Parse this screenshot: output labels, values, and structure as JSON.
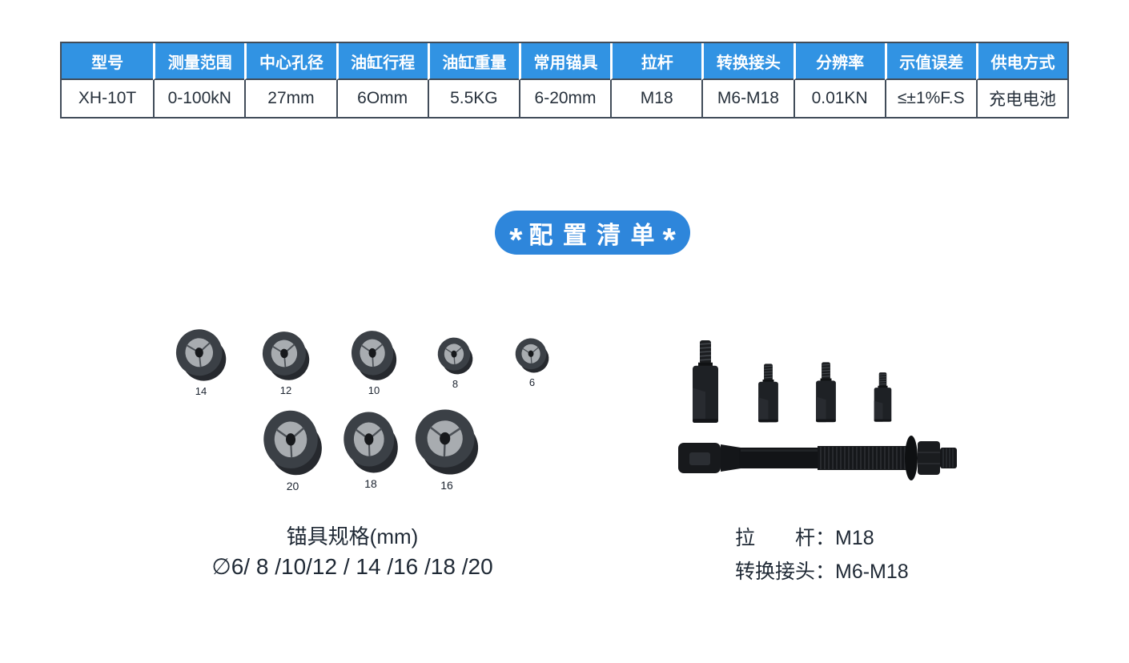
{
  "spec_table": {
    "columns": [
      {
        "header": "型号",
        "value": "XH-10T"
      },
      {
        "header": "测量范围",
        "value": "0-100kN"
      },
      {
        "header": "中心孔径",
        "value": "27mm"
      },
      {
        "header": "油缸行程",
        "value": "6Omm"
      },
      {
        "header": "油缸重量",
        "value": "5.5KG"
      },
      {
        "header": "常用锚具",
        "value": "6-20mm"
      },
      {
        "header": "拉杆",
        "value": "M18"
      },
      {
        "header": "转换接头",
        "value": "M6-M18"
      },
      {
        "header": "分辨率",
        "value": "0.01KN"
      },
      {
        "header": "示值误差",
        "value": "≤±1%F.S"
      },
      {
        "header": "供电方式",
        "value": "充电电池"
      }
    ]
  },
  "badge": {
    "star_left": "*",
    "label": "配 置 清 单",
    "star_right": "*"
  },
  "anchors": {
    "top_row": [
      "14",
      "12",
      "10",
      "8",
      "6"
    ],
    "bottom_row": [
      "20",
      "18",
      "16"
    ],
    "title": "锚具规格(mm)",
    "sizes": "∅6/ 8 /10/12 / 14 /16 /18 /20"
  },
  "hardware": {
    "pull_rod_label": "拉　　杆：M18",
    "adapter_label": "转换接头：M6-M18"
  },
  "colors": {
    "header_blue": "#3193E3",
    "badge_blue": "#2E86DB",
    "table_border": "#414C59",
    "body_text": "#27313C"
  }
}
